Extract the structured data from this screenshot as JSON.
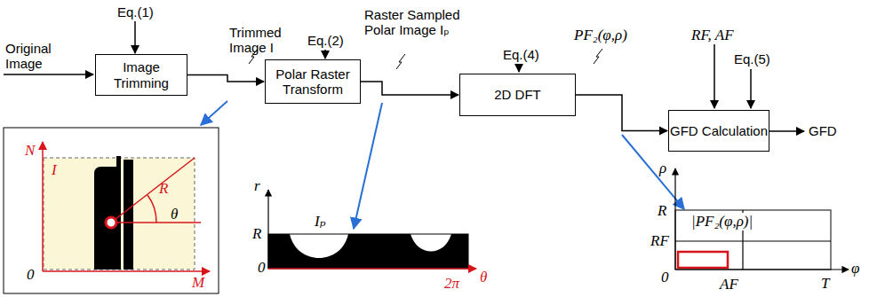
{
  "diagram": {
    "nodes": [
      {
        "text": [
          "Image Trimming"
        ]
      },
      {
        "text": [
          "Polar Raster Transform"
        ]
      },
      {
        "text": [
          "2D DFT"
        ]
      },
      {
        "text": [
          "GFD Calculation"
        ]
      }
    ],
    "edges": [
      {
        "from": 0,
        "to": 1,
        "arrow": "to"
      },
      {
        "from": 1,
        "to": 2,
        "arrow": "to"
      },
      {
        "from": 2,
        "to": 3,
        "arrow": "to"
      }
    ],
    "labels": [
      "Original Image",
      "Eq.(1)",
      "Trimmed Image I",
      "Eq.(2)",
      "Raster Sampled Polar Image Iₚ",
      "Eq.(4)",
      "PF₂(φ,ρ)",
      "RF, AF",
      "Eq.(5)",
      "GFD",
      "N",
      "I",
      "R",
      "θ",
      "0",
      "M",
      "r",
      "R",
      "Iₚ",
      "0",
      "2π",
      "θ",
      "ρ",
      "R",
      "|PF₂(φ,ρ)|",
      "RF",
      "0",
      "AF",
      "T",
      "φ"
    ]
  }
}
